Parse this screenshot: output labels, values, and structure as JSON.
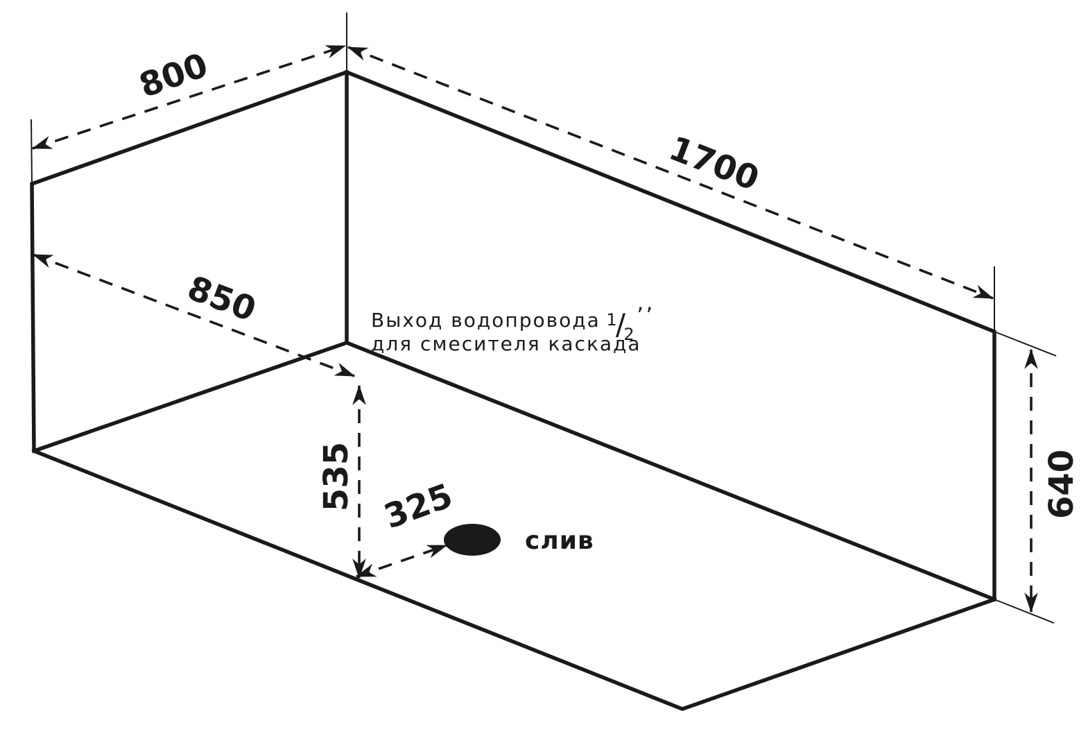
{
  "colors": {
    "ink": "#1a1a1a",
    "background": "#ffffff"
  },
  "dims": {
    "top_width": "800",
    "top_length": "1700",
    "bottom_width": "850",
    "faucet_height": "535",
    "drain_offset": "325",
    "side_height": "640"
  },
  "annotation": {
    "line1": "Выход водопровода",
    "numerator": "1",
    "slash": "/",
    "denominator": "2",
    "inch_marks": "’’",
    "line2": "для смесителя каскада"
  },
  "drain": {
    "label": "слив"
  }
}
